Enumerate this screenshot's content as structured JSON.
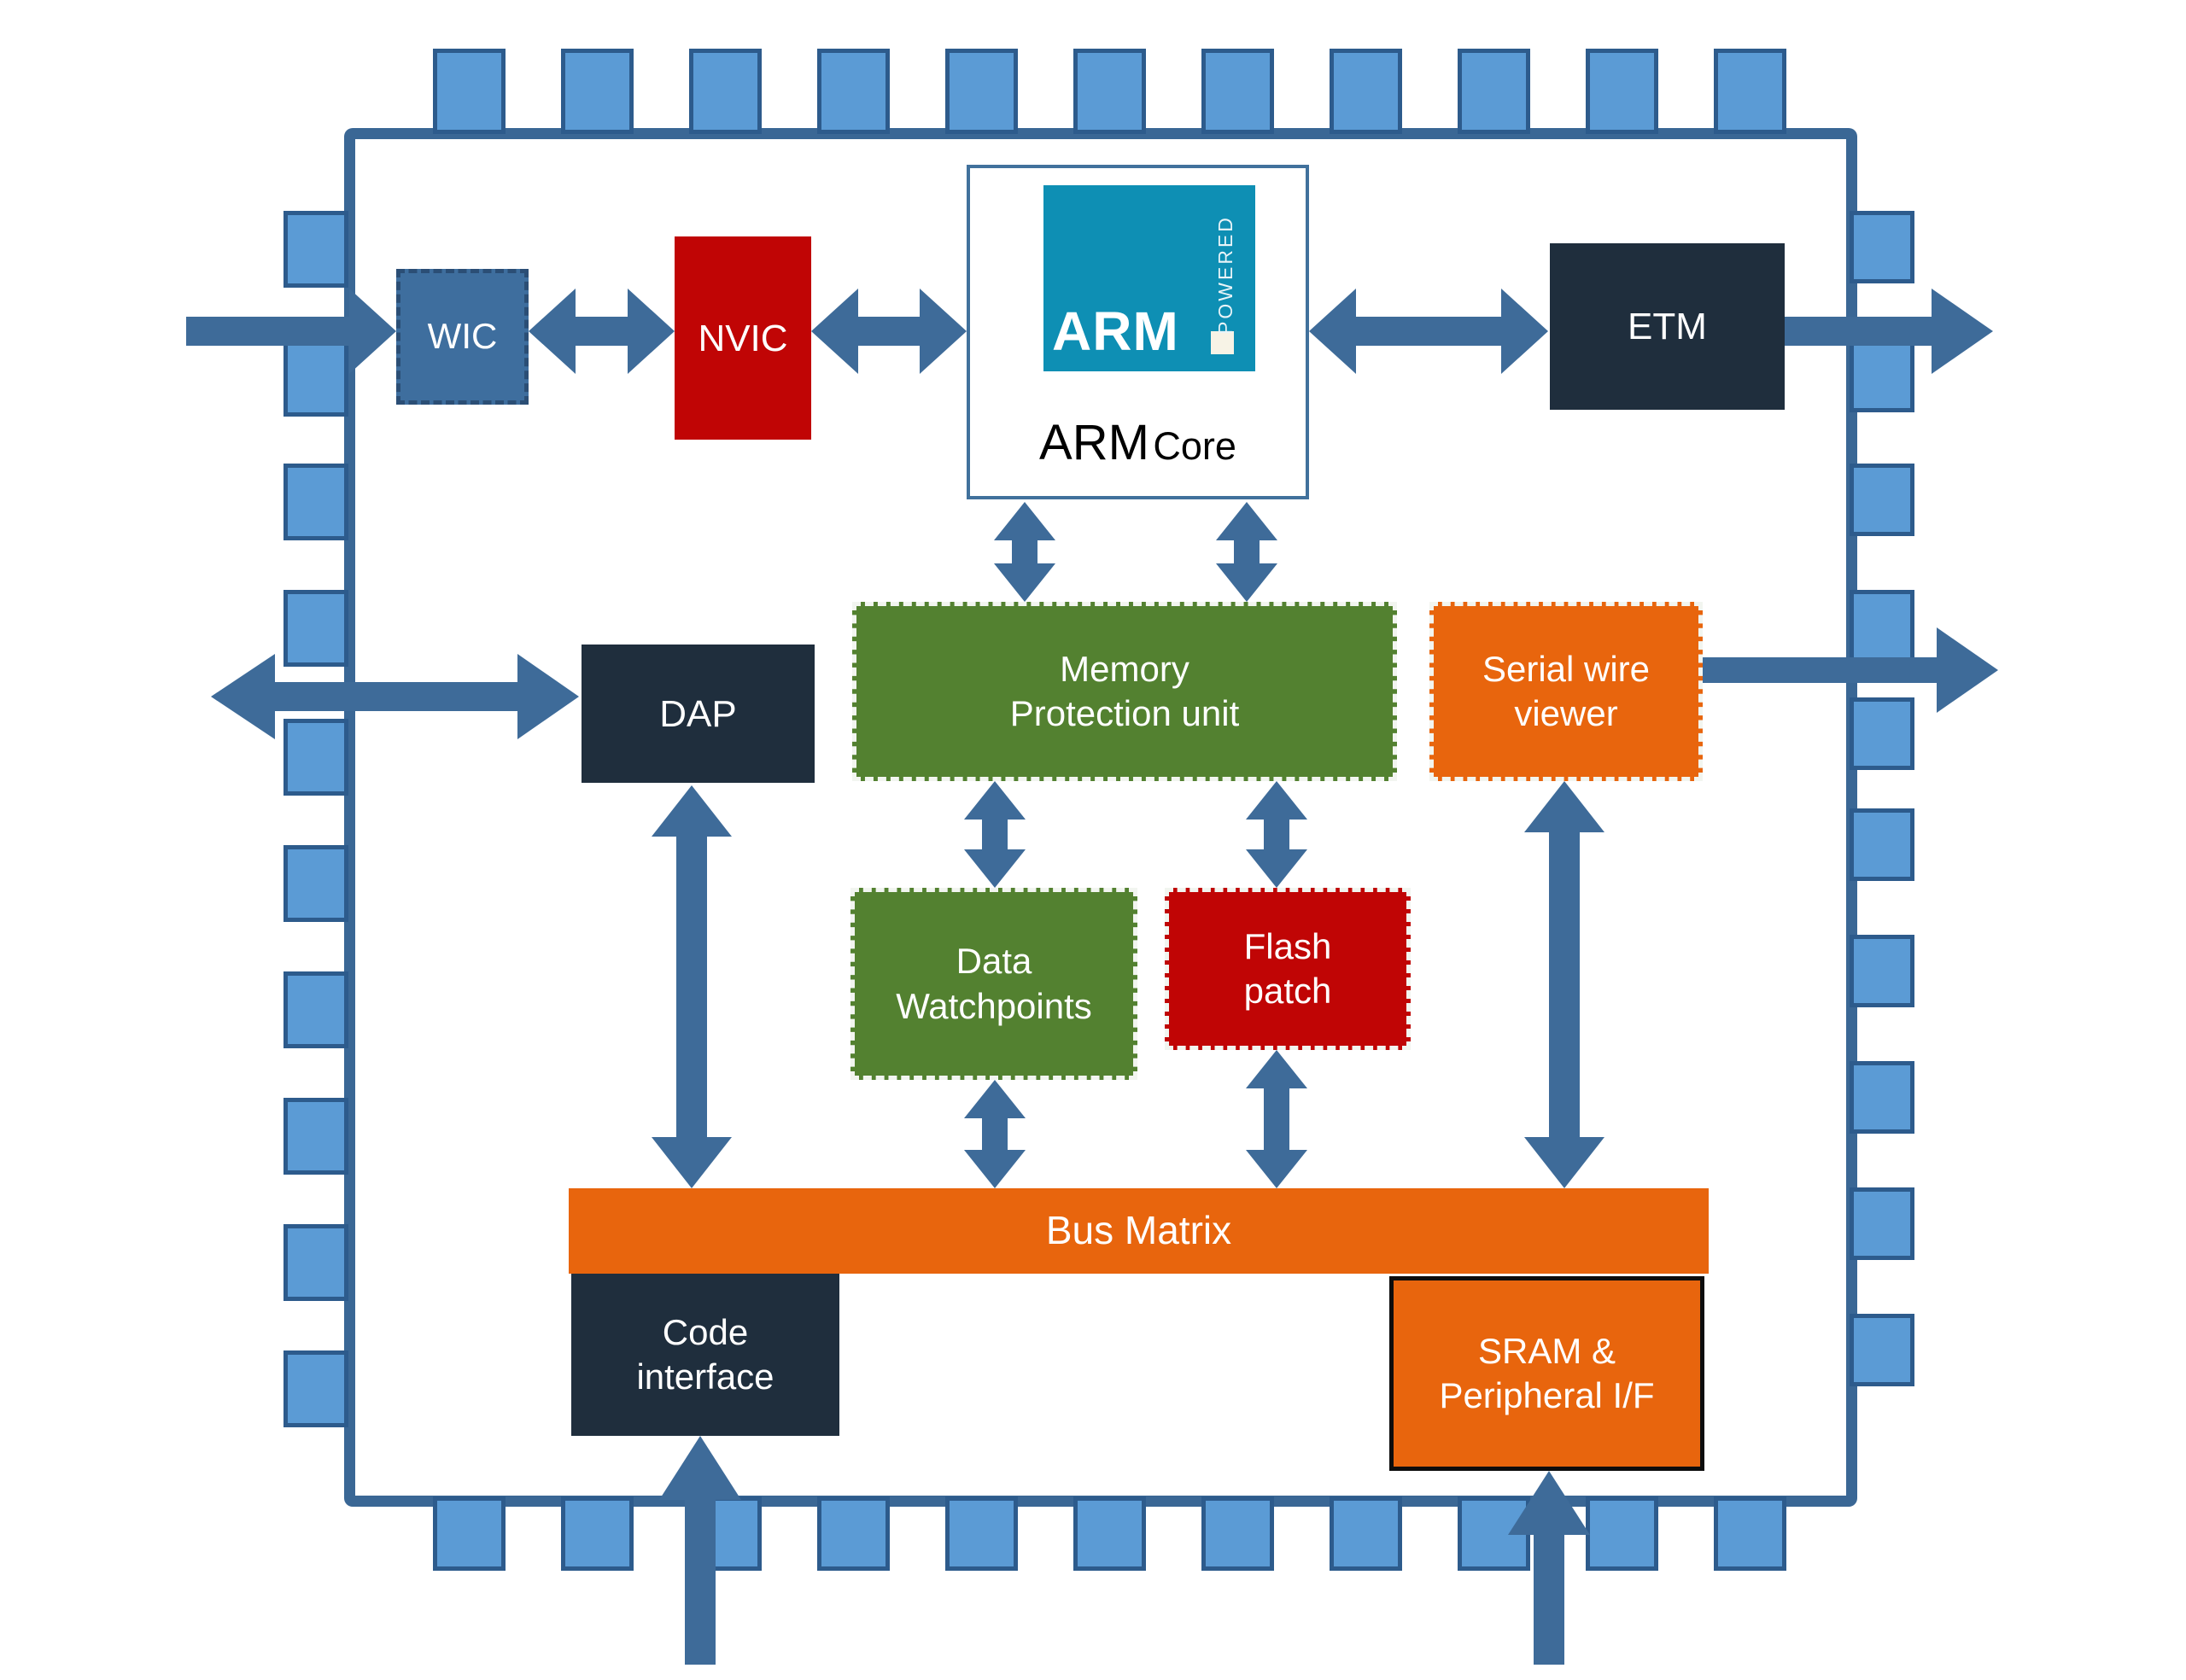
{
  "diagram": {
    "blocks": {
      "wic": {
        "label": "WIC"
      },
      "nvic": {
        "label": "NVIC"
      },
      "arm_core": {
        "logo_text": "ARM",
        "logo_powered": "POWERED",
        "name": "ARM",
        "suffix": "Core"
      },
      "etm": {
        "label": "ETM"
      },
      "dap": {
        "label": "DAP"
      },
      "memory_protection": {
        "line1": "Memory",
        "line2": "Protection unit"
      },
      "serial_wire_viewer": {
        "line1": "Serial wire",
        "line2": "viewer"
      },
      "data_watchpoints": {
        "line1": "Data",
        "line2": "Watchpoints"
      },
      "flash_patch": {
        "line1": "Flash",
        "line2": "patch"
      },
      "bus_matrix": {
        "label": "Bus Matrix"
      },
      "code_interface": {
        "line1": "Code",
        "line2": "interface"
      },
      "sram_peripheral": {
        "line1": "SRAM &",
        "line2": "Peripheral I/F"
      }
    },
    "colors": {
      "pin": "#5b9bd5",
      "pin-border": "#2d5b8c",
      "boundary": "#3a6795",
      "arrow": "#3e6b99",
      "steel": "#3e6e9e",
      "steel-dash": "#2b4e75",
      "navy": "#1f2e3d",
      "red": "#c00505",
      "green": "#538130",
      "orange": "#e8650d",
      "teal": "#0e8fb4",
      "blue-border": "#41719c",
      "dash": "#f2f5f0"
    }
  }
}
